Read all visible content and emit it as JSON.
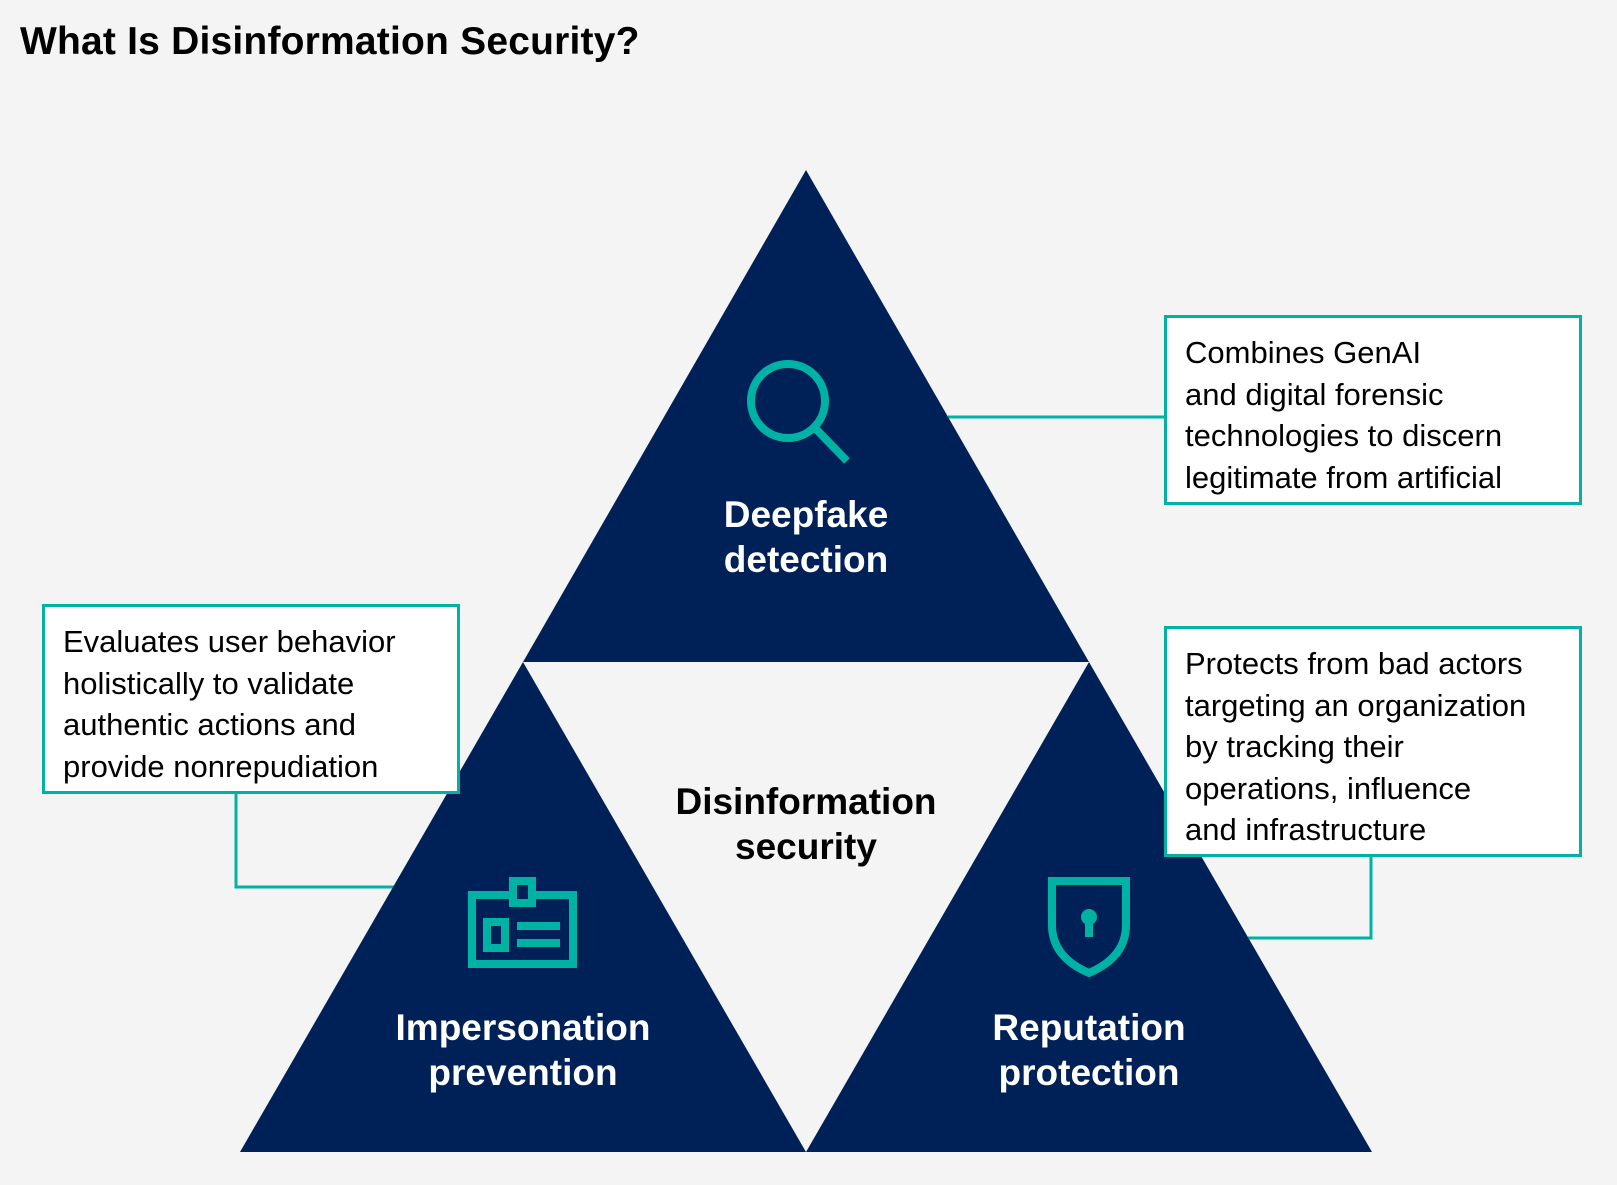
{
  "title": "What Is Disinformation Security?",
  "center": {
    "line1": "Disinformation",
    "line2": "security"
  },
  "segments": {
    "deepfake": {
      "line1": "Deepfake",
      "line2": "detection",
      "icon": "magnifying-glass-icon",
      "description": [
        "Combines GenAI",
        "and digital forensic",
        "technologies to discern",
        "legitimate from artificial"
      ]
    },
    "impersonation": {
      "line1": "Impersonation",
      "line2": "prevention",
      "icon": "id-badge-icon",
      "description": [
        "Evaluates user behavior",
        "holistically to validate",
        "authentic actions and",
        "provide nonrepudiation"
      ]
    },
    "reputation": {
      "line1": "Reputation",
      "line2": "protection",
      "icon": "shield-keyhole-icon",
      "description": [
        "Protects from bad actors",
        "targeting an organization",
        "by tracking their",
        "operations, influence",
        "and infrastructure"
      ]
    }
  },
  "colors": {
    "background": "#f4f4f4",
    "triangle": "#002157",
    "accent": "#00b2a3",
    "callout_background": "#ffffff",
    "text": "#000000",
    "label_text": "#ffffff"
  }
}
